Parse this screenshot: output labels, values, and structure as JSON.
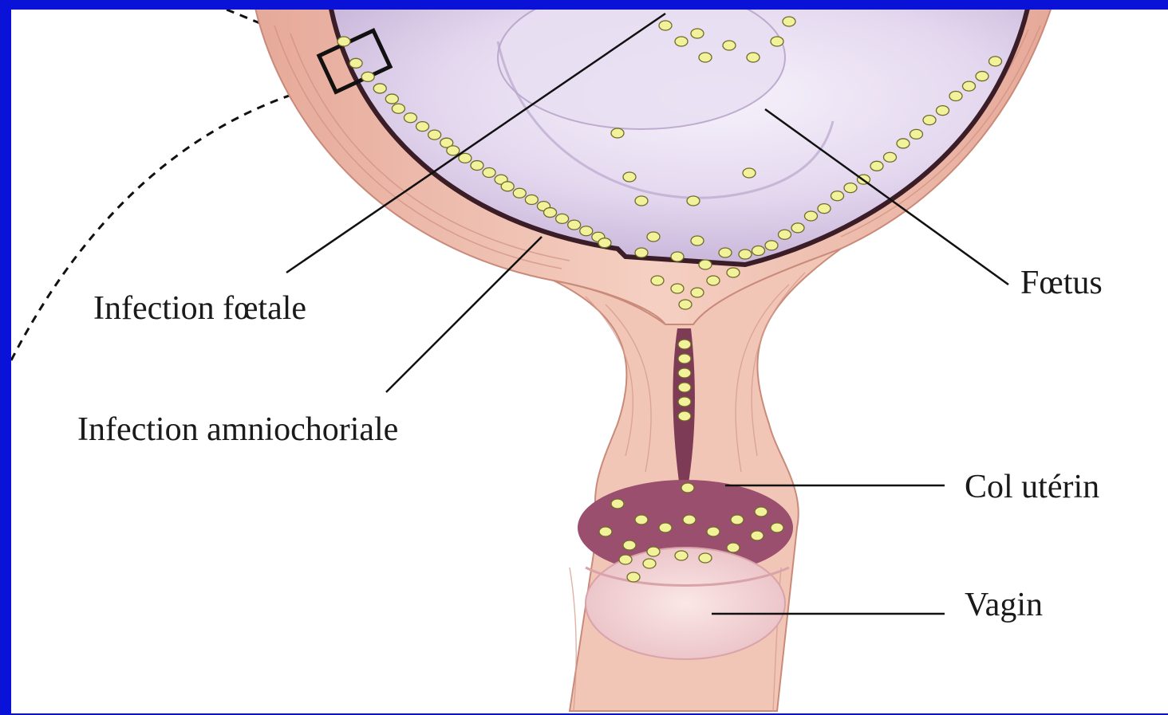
{
  "labels": {
    "fetal_infection": "Infection fœtale",
    "amniochorial_infection": "Infection amniochoriale",
    "fetus": "Fœtus",
    "cervix": "Col utérin",
    "vagina": "Vagin"
  },
  "colors": {
    "frame": "#0a12d8",
    "uterine_wall": "#efc0b0",
    "amniotic_sac": "#ddd0ec",
    "bacteria": "#f2f29a",
    "lumen": "#9a4f6e"
  }
}
